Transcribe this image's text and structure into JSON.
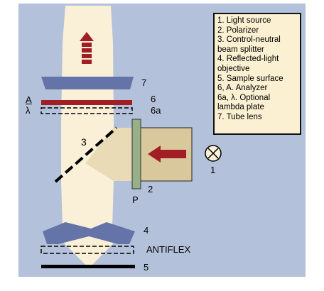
{
  "legend": {
    "lines": [
      "1. Light source",
      "2. Polarizer",
      "3. Control-neutral",
      "beam splitter",
      "4. Reflected-light",
      "objective",
      "5. Sample surface",
      "6, A. Analyzer",
      "6a, λ. Optional",
      "lambda plate",
      "7. Tube lens"
    ]
  },
  "labels": {
    "tube_lens": "7",
    "analyzer_num": "6",
    "lambda_num": "6a",
    "analyzer_letter": "A",
    "lambda_letter": "λ",
    "beam_splitter": "3",
    "light_source": "1",
    "polarizer_num": "2",
    "polarizer_letter": "P",
    "objective": "4",
    "antiflex": "ANTIFLEX",
    "sample": "5"
  },
  "colors": {
    "background": "#b4c1da",
    "beam": "#faf0d8",
    "beam_side": "#e8dbb6",
    "lamp_housing": "#d9c89c",
    "lens": "#6474a8",
    "analyzer": "#a01e24",
    "arrow": "#a01e24",
    "polarizer": "#98b088"
  }
}
